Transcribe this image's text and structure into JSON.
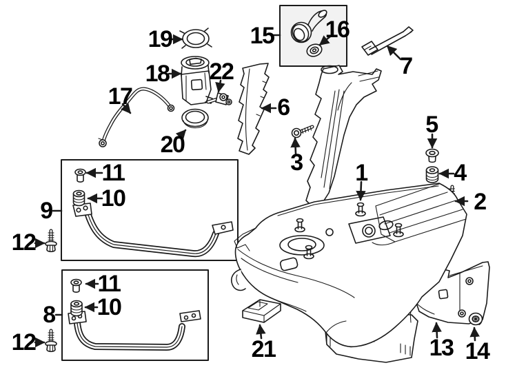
{
  "meta": {
    "type": "exploded-parts-diagram",
    "subject": "fuel-tank-assembly",
    "colors": {
      "line": "#1a1a1a",
      "label": "#000000",
      "bg": "#ffffff",
      "inset_fill": "#f2f2f2",
      "box_fill": "#ffffff"
    }
  },
  "callouts": [
    {
      "number": "1",
      "part": "fuel-tank"
    },
    {
      "number": "2",
      "part": "tank-bolt"
    },
    {
      "number": "3",
      "part": "filler-neck-bolt"
    },
    {
      "number": "4",
      "part": "mount-bushing"
    },
    {
      "number": "5",
      "part": "mount-screw"
    },
    {
      "number": "6",
      "part": "filler-neck-shield"
    },
    {
      "number": "7",
      "part": "vent-hose"
    },
    {
      "number": "8",
      "part": "tank-strap-rear"
    },
    {
      "number": "9",
      "part": "tank-strap-front"
    },
    {
      "number": "10",
      "part": "strap-bushing-upper"
    },
    {
      "number": "11",
      "part": "strap-screw-upper"
    },
    {
      "number": "10",
      "part": "strap-bushing-lower"
    },
    {
      "number": "11",
      "part": "strap-screw-lower"
    },
    {
      "number": "12",
      "part": "strap-bolt-upper"
    },
    {
      "number": "12",
      "part": "strap-bolt-lower"
    },
    {
      "number": "13",
      "part": "heat-shield"
    },
    {
      "number": "14",
      "part": "shield-nut"
    },
    {
      "number": "15",
      "part": "fuel-cap"
    },
    {
      "number": "16",
      "part": "cap-seal"
    },
    {
      "number": "17",
      "part": "fuel-line"
    },
    {
      "number": "18",
      "part": "fuel-pump-module"
    },
    {
      "number": "19",
      "part": "lock-ring"
    },
    {
      "number": "20",
      "part": "pump-seal"
    },
    {
      "number": "21",
      "part": "mount-bracket"
    },
    {
      "number": "22",
      "part": "sender-arm"
    }
  ]
}
